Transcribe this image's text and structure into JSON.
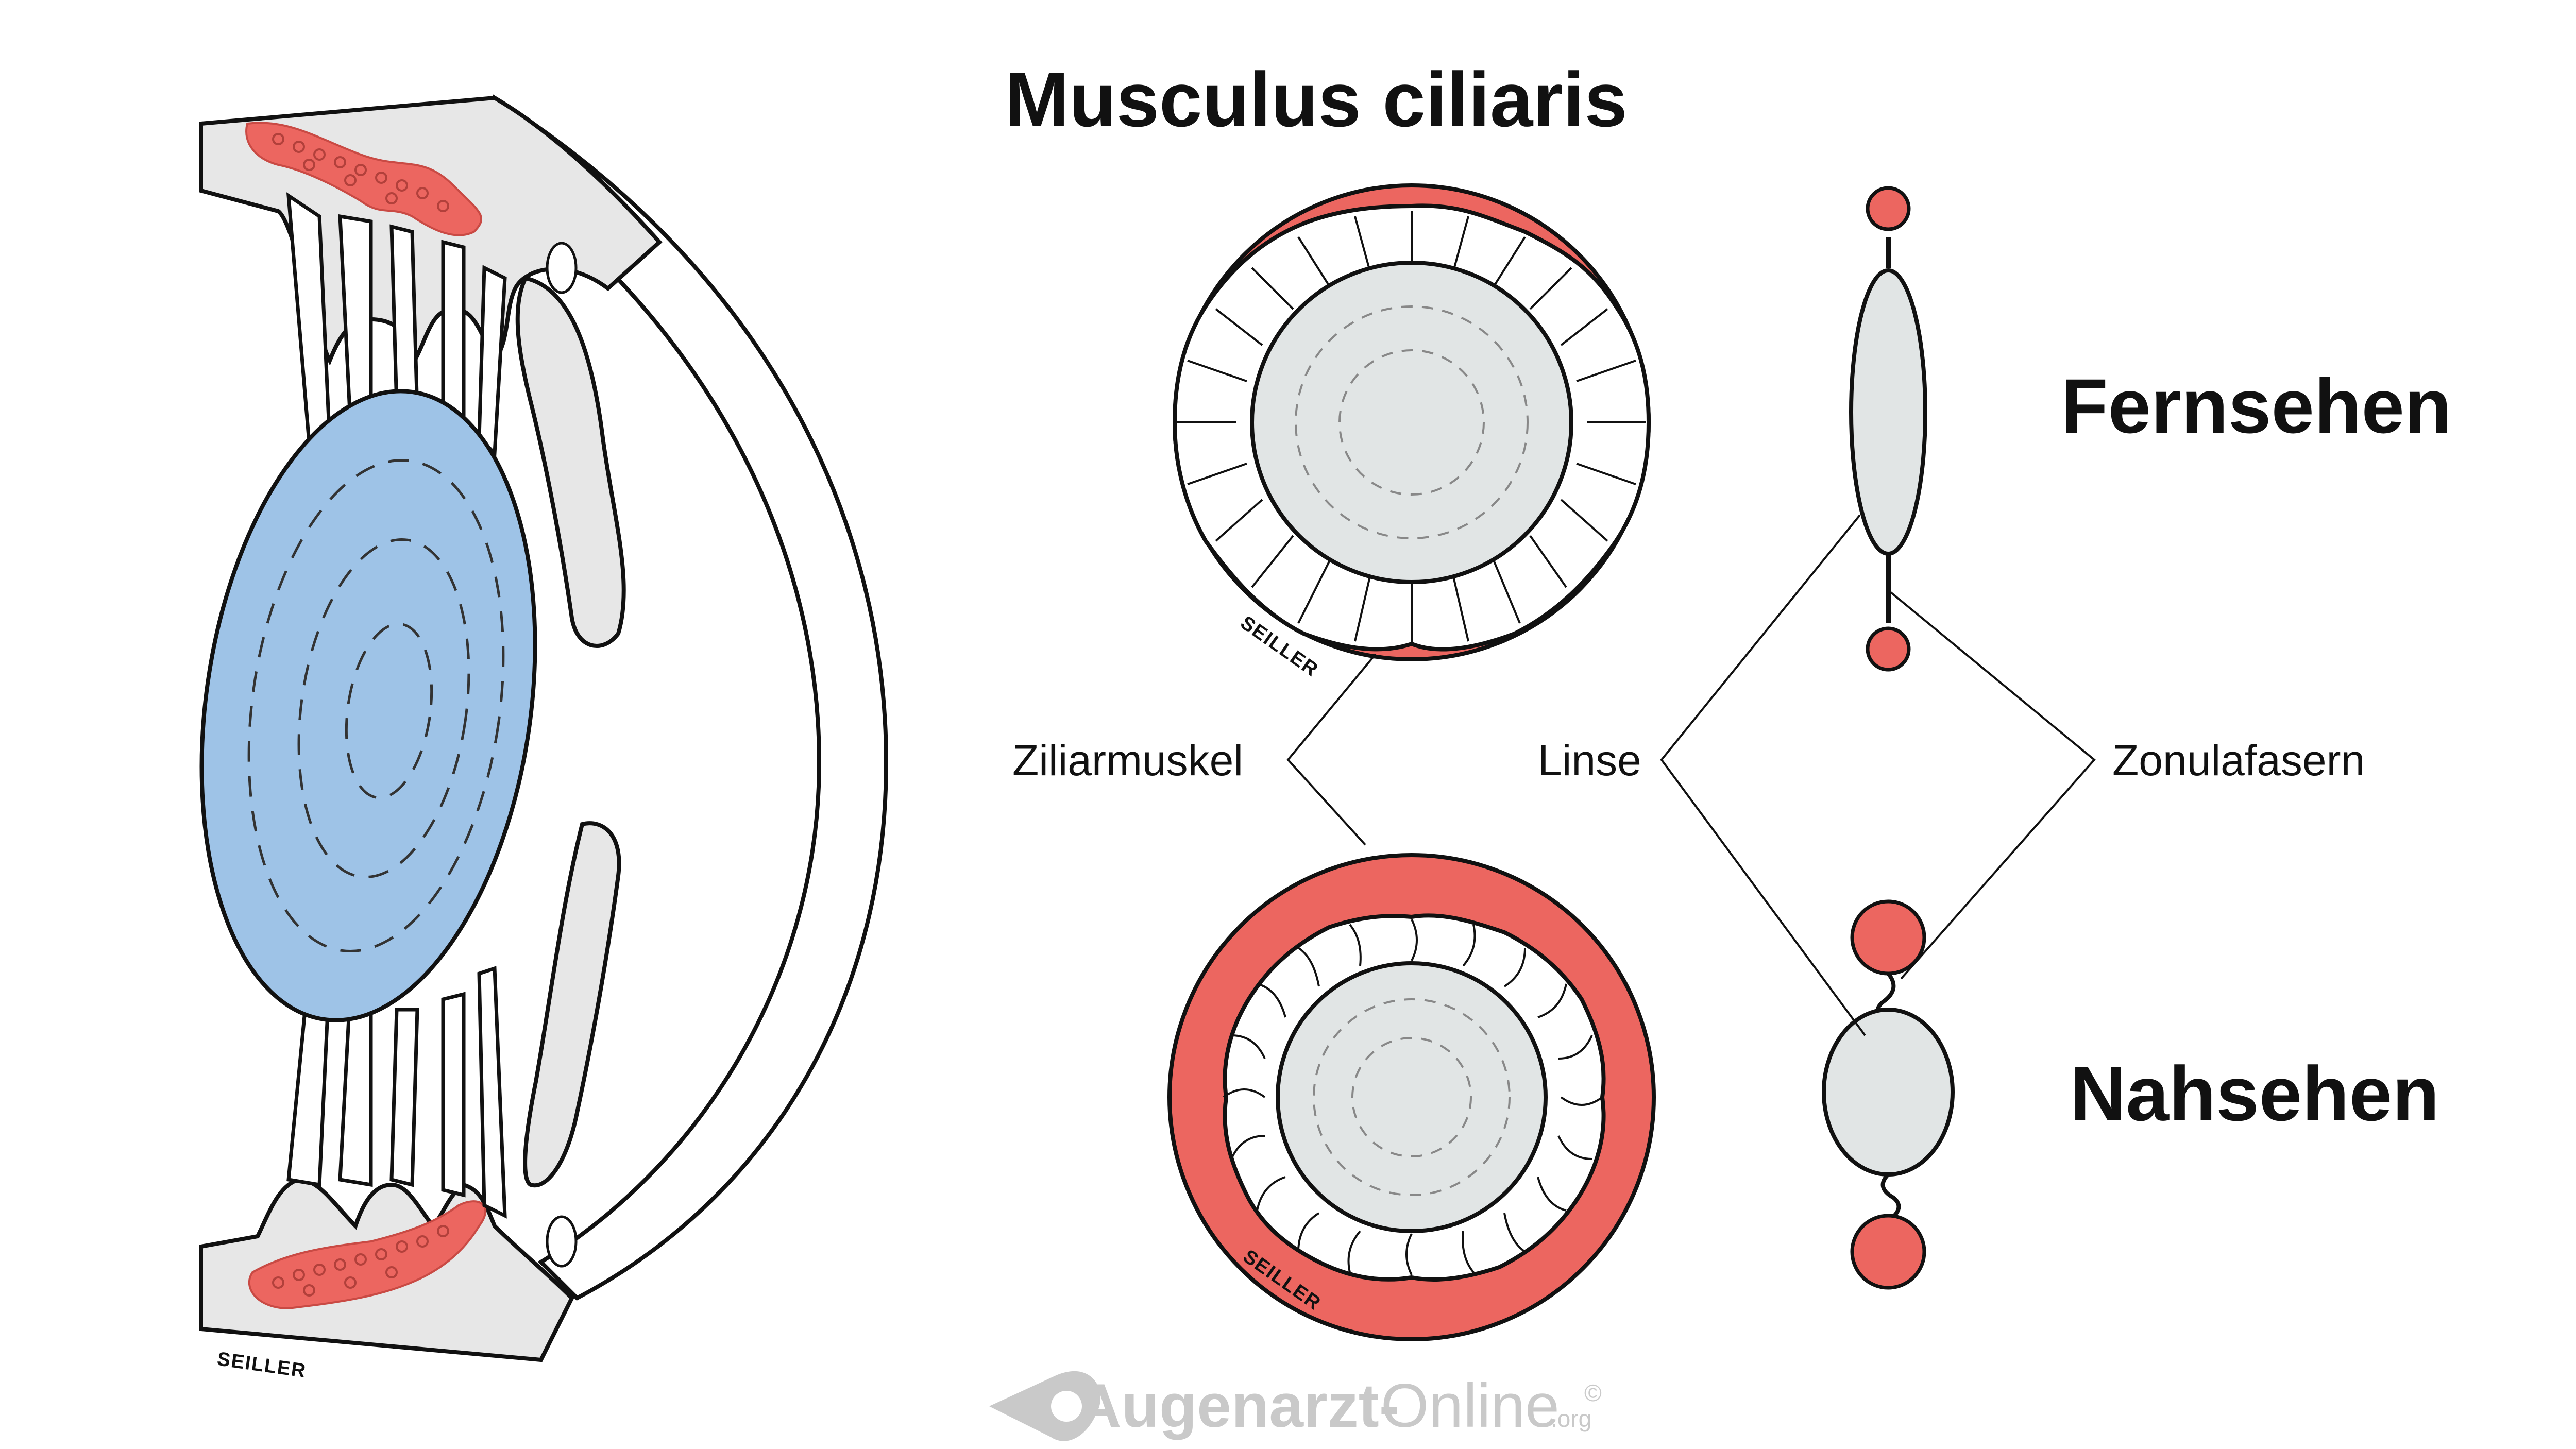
{
  "title": "Musculus ciliaris",
  "labels": {
    "distance": "Fernsehen",
    "near": "Nahsehen",
    "ciliary_muscle": "Ziliarmuskel",
    "lens": "Linse",
    "zonule_fibers": "Zonulafasern"
  },
  "signature": "SEILLER",
  "watermark": {
    "name": "Augenarzt-",
    "name2": "Online",
    "suffix": ".org",
    "mark": "©"
  },
  "colors": {
    "muscle": "#ec6660",
    "lens_blue": "#9ec3e7",
    "lens_gray": "#e1e5e5",
    "tissue_gray": "#e7e7e7",
    "outline": "#111111"
  }
}
